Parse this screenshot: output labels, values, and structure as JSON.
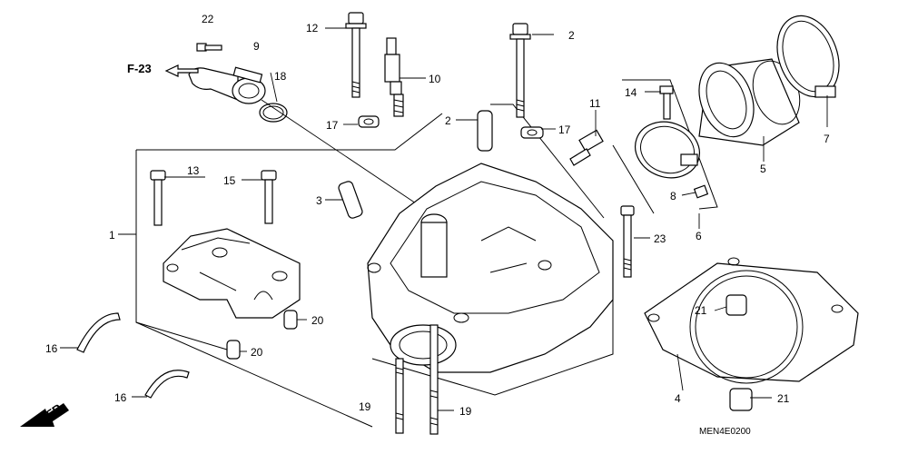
{
  "diagram": {
    "ref_direction": "F-23",
    "front_marker": "FR.",
    "drawing_code": "MEN4E0200",
    "callouts": {
      "c1": "1",
      "c2a": "2",
      "c2b": "2",
      "c3": "3",
      "c4": "4",
      "c5": "5",
      "c6": "6",
      "c7": "7",
      "c8": "8",
      "c9": "9",
      "c10": "10",
      "c11": "11",
      "c12": "12",
      "c13": "13",
      "c14": "14",
      "c15": "15",
      "c16a": "16",
      "c16b": "16",
      "c17a": "17",
      "c17b": "17",
      "c18": "18",
      "c19a": "19",
      "c19b": "19",
      "c20a": "20",
      "c20b": "20",
      "c21a": "21",
      "c21b": "21",
      "c22": "22",
      "c23": "23"
    }
  }
}
